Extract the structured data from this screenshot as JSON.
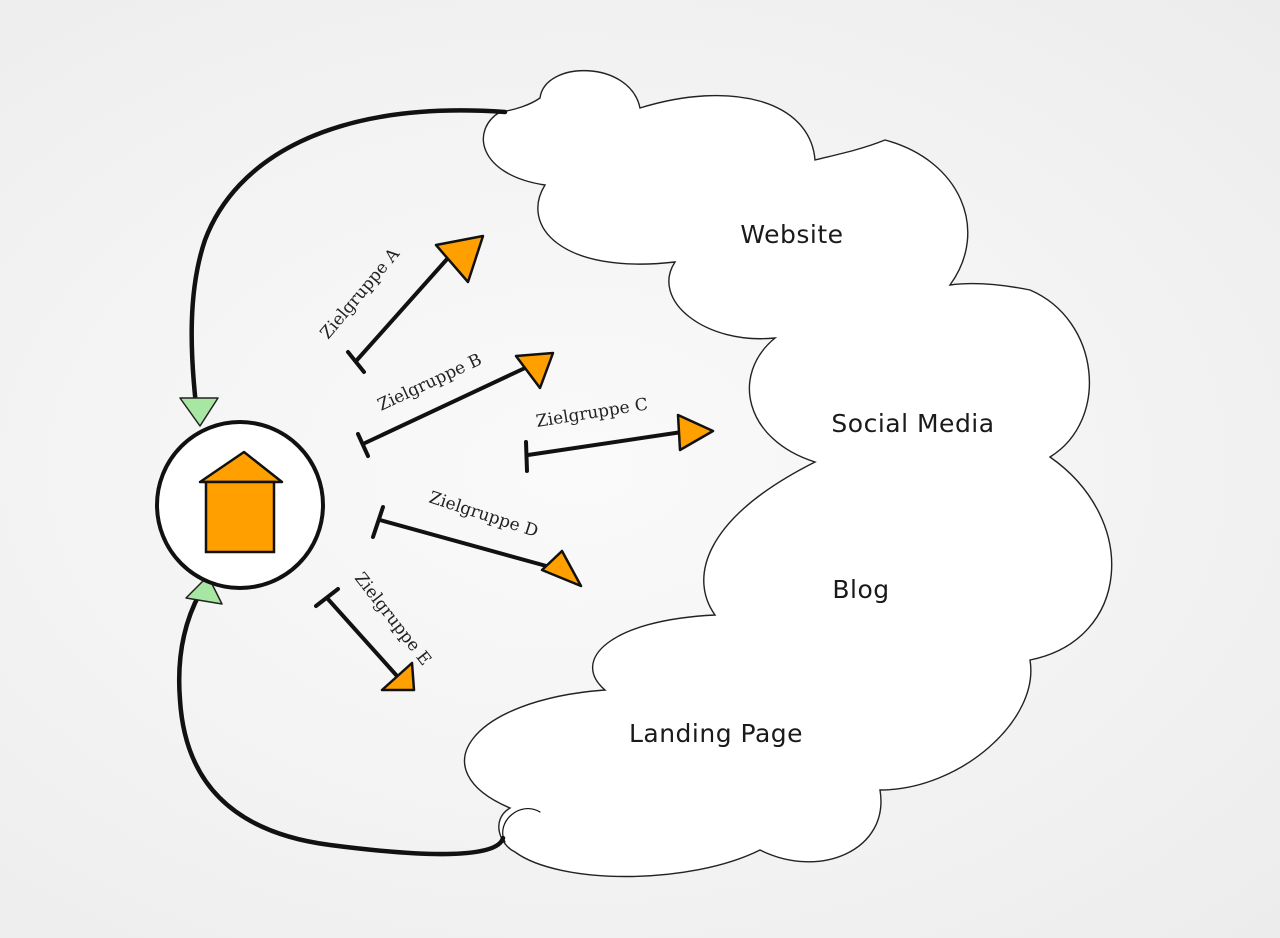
{
  "channels": {
    "website": "Website",
    "social_media": "Social Media",
    "blog": "Blog",
    "landing_page": "Landing Page"
  },
  "target_groups": {
    "a": "Zielgruppe A",
    "b": "Zielgruppe B",
    "c": "Zielgruppe C",
    "d": "Zielgruppe D",
    "e": "Zielgruppe E"
  },
  "icons": {
    "hub": "house-icon",
    "loop_in": "triangle-marker-icon",
    "arrow_head": "triangle-arrowhead-icon"
  },
  "colors": {
    "orange": "#ffa000",
    "green": "#a8e6a3",
    "ink": "#111111",
    "cloud_fill": "#ffffff",
    "background": "#f2f2f2"
  }
}
